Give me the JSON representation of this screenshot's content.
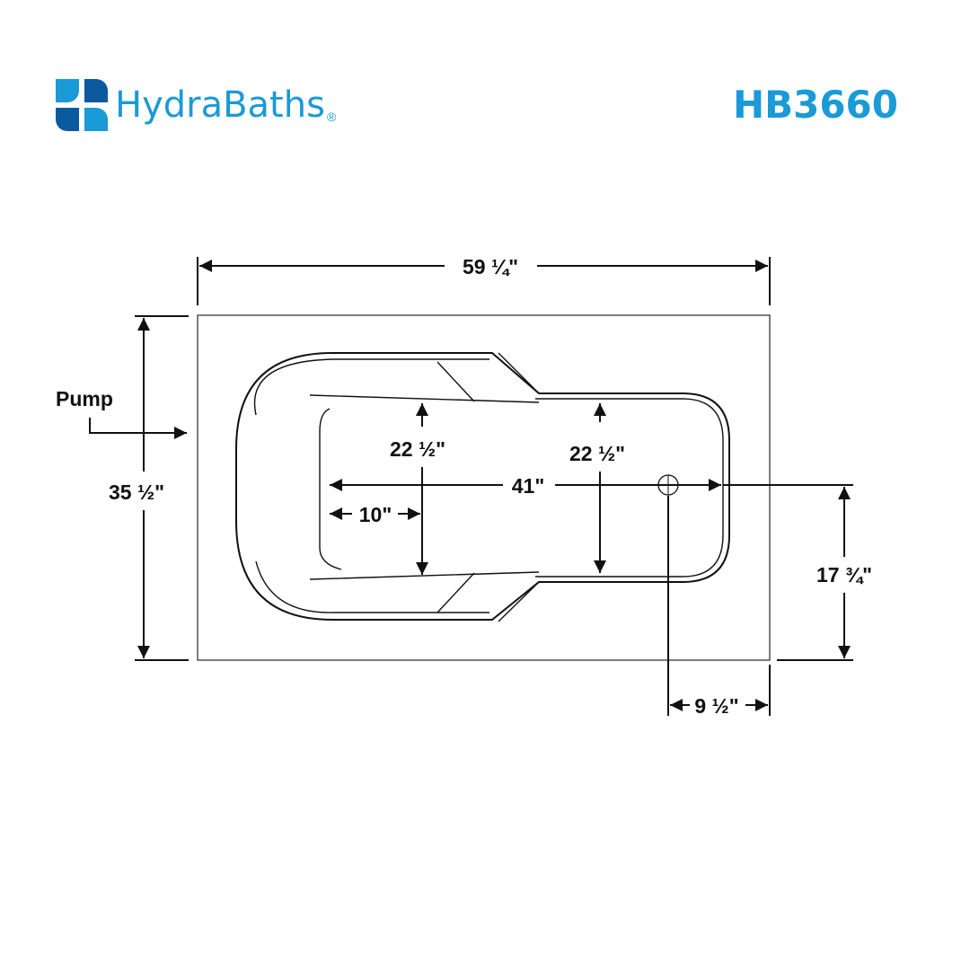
{
  "brand": {
    "name": "HydraBaths",
    "registered": "®",
    "colors": {
      "light": "#1a9ad6",
      "dark": "#0b5aa0"
    }
  },
  "model": "HB3660",
  "dimensions": {
    "overall_length": "59 ¼\"",
    "overall_width": "35 ½\"",
    "pump_label": "Pump",
    "interior_length": "41\"",
    "width_left": "22 ½\"",
    "width_right": "22 ½\"",
    "offset_10": "10\"",
    "drain_from_side": "17 ¾\"",
    "drain_from_end": "9 ½\""
  }
}
